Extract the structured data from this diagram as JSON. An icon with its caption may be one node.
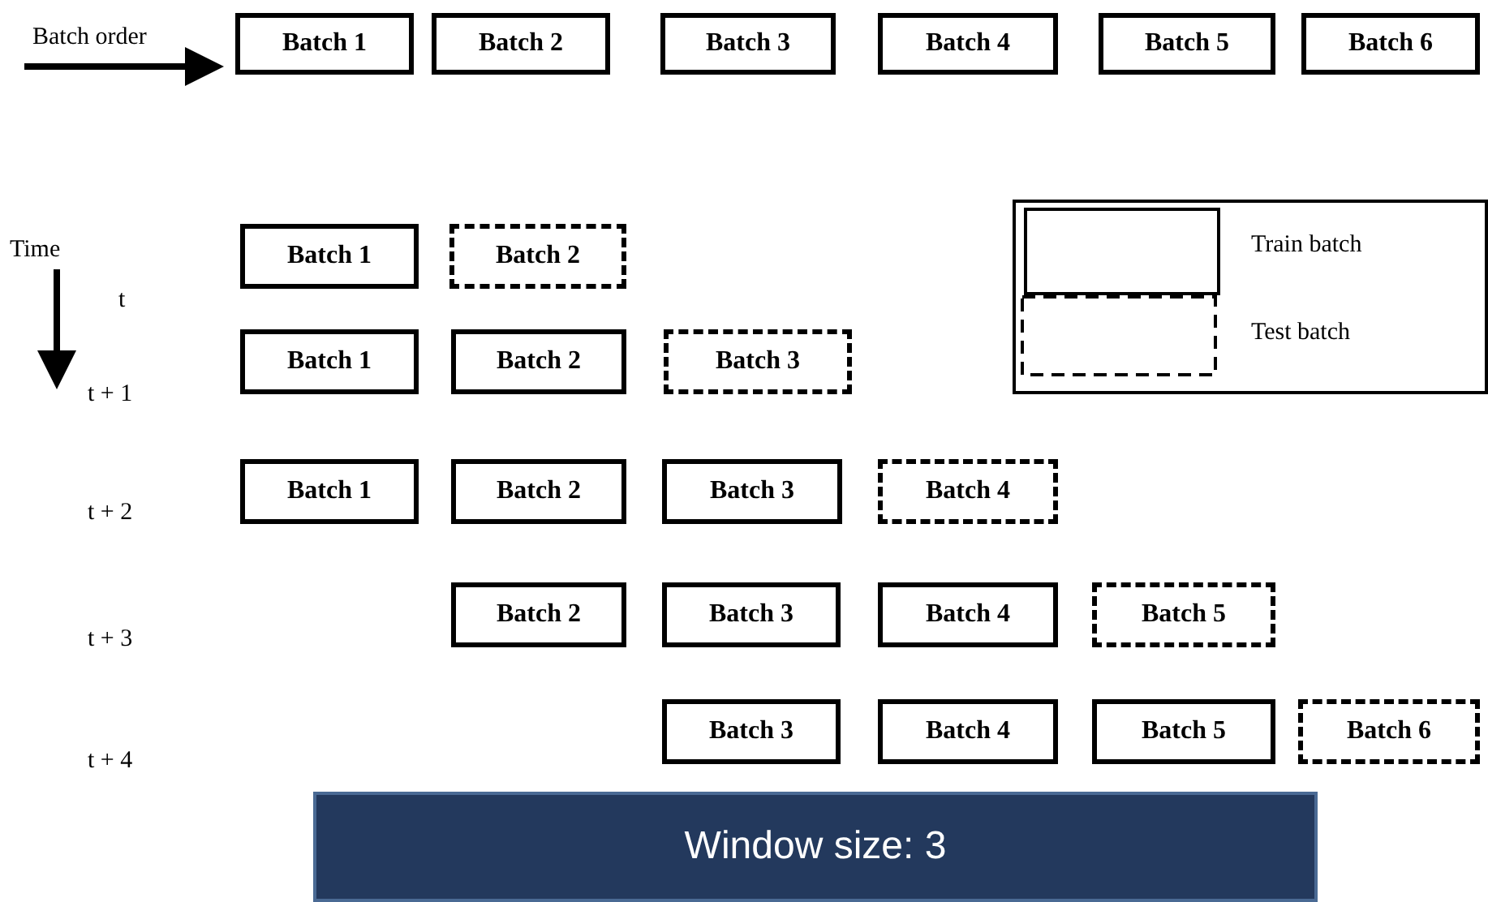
{
  "diagram": {
    "nodes": [
      {
        "text": [
          "Batch 1"
        ]
      },
      {
        "text": [
          "Batch 2"
        ]
      },
      {
        "text": [
          "Batch 3"
        ]
      },
      {
        "text": [
          "Batch 4"
        ]
      },
      {
        "text": [
          "Batch 5"
        ]
      },
      {
        "text": [
          "Batch 6"
        ]
      },
      {
        "text": [
          "Batch 1"
        ]
      },
      {
        "text": [
          "Batch 2"
        ]
      },
      {
        "text": [
          "Batch 1"
        ]
      },
      {
        "text": [
          "Batch 2"
        ]
      },
      {
        "text": [
          "Batch 3"
        ]
      },
      {
        "text": [
          "Batch 1"
        ]
      },
      {
        "text": [
          "Batch 2"
        ]
      },
      {
        "text": [
          "Batch 3"
        ]
      },
      {
        "text": [
          "Batch 4"
        ]
      },
      {
        "text": [
          "Batch 2"
        ]
      },
      {
        "text": [
          "Batch 3"
        ]
      },
      {
        "text": [
          "Batch 4"
        ]
      },
      {
        "text": [
          "Batch 5"
        ]
      },
      {
        "text": [
          "Batch 3"
        ]
      },
      {
        "text": [
          "Batch 4"
        ]
      },
      {
        "text": [
          "Batch 5"
        ]
      },
      {
        "text": [
          "Batch 6"
        ]
      },
      {
        "text": [
          "Window size: 3"
        ]
      }
    ],
    "labels": [
      "Batch order",
      "Time",
      "t",
      "t + 1",
      "t + 2",
      "t + 3",
      "t + 4"
    ],
    "legend": [
      {
        "text": "Train batch"
      },
      {
        "text": "Test batch"
      }
    ]
  }
}
